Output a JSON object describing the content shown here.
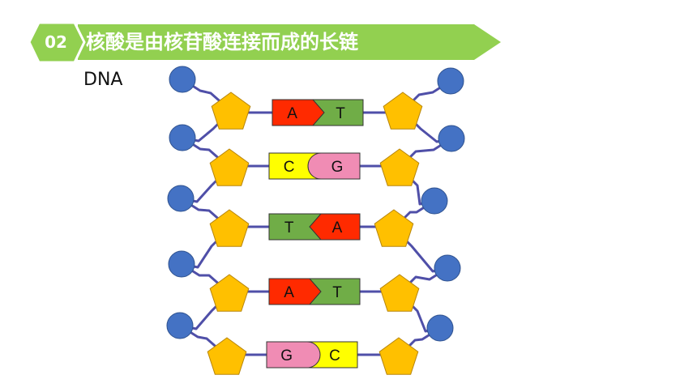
{
  "header": {
    "number": "02",
    "title": "核酸是由核苷酸连接而成的长链"
  },
  "label": "DNA",
  "colors": {
    "header_green": "#92D050",
    "phosphate": "#4472C4",
    "sugar": "#FFC000",
    "backbone": "#4F4FA8",
    "A": "#FF2A00",
    "T": "#70AD47",
    "C": "#FFFF00",
    "G": "#F08CB4"
  },
  "pairs": [
    {
      "left": "A",
      "right": "T"
    },
    {
      "left": "C",
      "right": "G"
    },
    {
      "left": "T",
      "right": "A"
    },
    {
      "left": "A",
      "right": "T"
    },
    {
      "left": "G",
      "right": "C"
    }
  ]
}
